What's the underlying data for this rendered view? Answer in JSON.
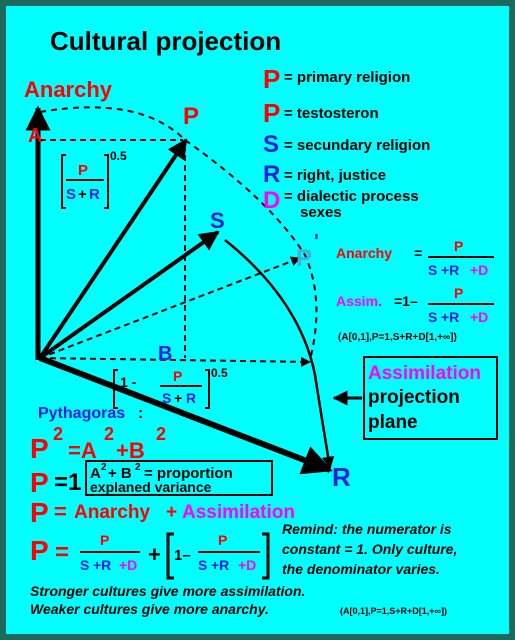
{
  "title": "Cultural projection",
  "axis_top_label": "Anarchy",
  "points": {
    "A": "A",
    "P": "P",
    "S": "S",
    "P_prime": "P",
    "prime_mark": "'",
    "B": "B",
    "R": "R"
  },
  "legend": [
    {
      "symbol": "P",
      "text": "= primary religion",
      "color": "#ff0000"
    },
    {
      "symbol": "P",
      "text": "= testosteron",
      "color": "#ff0000"
    },
    {
      "symbol": "S",
      "text": "= secundary religion",
      "color": "#2020e0"
    },
    {
      "symbol": "R",
      "text": "= right, justice",
      "color": "#2020e0"
    },
    {
      "symbol": "D",
      "text": "= dialectic process",
      "text2": "sexes",
      "color": "#ff00ff"
    }
  ],
  "frac_A": {
    "num": "P",
    "s": "S",
    "plus": "+",
    "r": "R",
    "exp": "0.5"
  },
  "frac_B": {
    "one_minus": "1 -",
    "num": "P",
    "s": "S",
    "plus": "+",
    "r": "R",
    "exp": "0.5"
  },
  "anarchy_formula": {
    "label": "Anarchy",
    "eq": "=",
    "num": "P",
    "den_s": "S",
    "den_r": "+R",
    "den_d": "+D"
  },
  "assim_formula": {
    "label": "Assim.",
    "eq": "=1–",
    "num": "P",
    "den_s": "S",
    "den_r": "+R",
    "den_d": "+D"
  },
  "range_note": "(A[0,1],P=1,S+R+D[1,+∞])",
  "assimilation_box": {
    "line1": "Assimilation",
    "line2": "projection",
    "line3": "plane"
  },
  "pythagoras": {
    "heading": "Pythagoras",
    "colon": ":",
    "eq1_lhs": "P",
    "eq1_sup": "2",
    "eq1_eq": "=A",
    "eq1_sup2": "2",
    "eq1_plus": "+B",
    "eq1_sup3": "2",
    "eq2_lhs": "P",
    "eq2_rhs": "=1",
    "box_line1_a": "A",
    "box_line1_sup": "2",
    "box_line1_b": "+ B",
    "box_line1_sup2": "2",
    "box_line1_c": "= proportion",
    "box_line2": "explaned variance",
    "eq3_lhs": "P",
    "eq3_eq": "=",
    "eq3_a": "Anarchy",
    "eq3_plus": "+",
    "eq3_b": "Assimilation"
  },
  "final_formula": {
    "lhs": "P",
    "eq": "=",
    "num": "P",
    "den_s": "S",
    "den_r": "+R",
    "den_d": "+D",
    "plus": "+",
    "one_minus": "1–"
  },
  "remind_text": {
    "line1": "Remind: the numerator is",
    "line2": "constant = 1. Only culture,",
    "line3": "the denominator varies."
  },
  "bottom_text": {
    "line1": "Stronger cultures give more assimilation.",
    "line2": "Weaker cultures give more anarchy.",
    "note": "(A[0,1],P=1,S+R+D[1,+∞])"
  },
  "colors": {
    "background": "#00ffff",
    "red": "#ff0000",
    "blue": "#2020e0",
    "magenta": "#ff00ff",
    "frame": "#1a6b5e"
  }
}
